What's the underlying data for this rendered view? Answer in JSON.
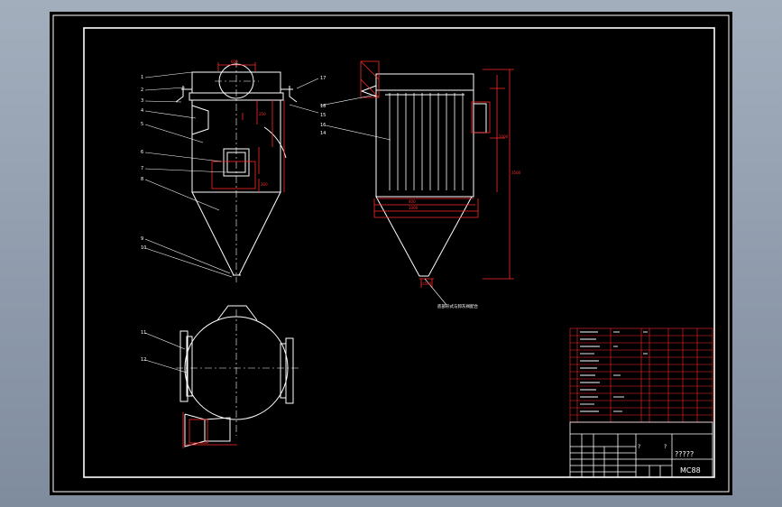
{
  "drawing": {
    "title_text": "?????",
    "drawing_code": "MC88",
    "title_marks": [
      "?",
      "?"
    ],
    "cone_note": "底部形式与卸灰阀配合",
    "front_part_numbers": [
      "1",
      "2",
      "3",
      "4",
      "5",
      "6",
      "7",
      "8",
      "9",
      "10"
    ],
    "section_part_numbers": [
      "11",
      "12"
    ],
    "side_part_numbers": [
      "17",
      "18",
      "15",
      "16",
      "14"
    ],
    "dimension_labels": [
      "600",
      "250",
      "300",
      "400",
      "∅500",
      "1000",
      "3500",
      "2000"
    ]
  },
  "colors": {
    "paper": "#000000",
    "line": "#ffffff",
    "dimension": "#ff2a2a",
    "center": "#ffffff",
    "frame_bg": "#8e9bab"
  }
}
